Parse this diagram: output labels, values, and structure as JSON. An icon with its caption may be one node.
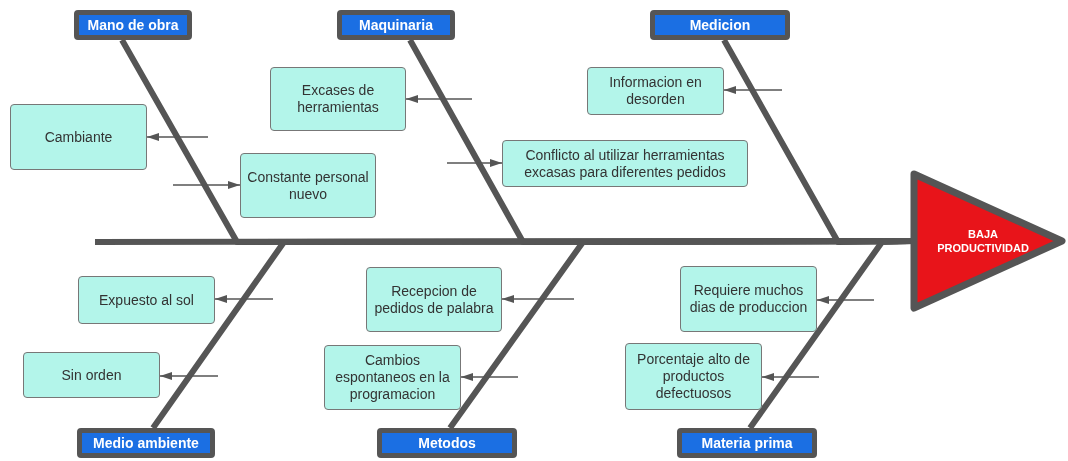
{
  "diagram": {
    "nodes": [
      {
        "text": [
          "Mano de obra"
        ]
      },
      {
        "text": [
          "Maquinaria"
        ]
      },
      {
        "text": [
          "Medicion"
        ]
      },
      {
        "text": [
          "Cambiante"
        ]
      },
      {
        "text": [
          "Excases de herramientas"
        ]
      },
      {
        "text": [
          "Informacion en desorden"
        ]
      },
      {
        "text": [
          "Conflicto al utilizar herramientas excasas para diferentes pedidos"
        ]
      },
      {
        "text": [
          "Constante personal nuevo"
        ]
      },
      {
        "text": [
          "BAJA PRODUCTIVIDAD"
        ]
      },
      {
        "text": [
          "Expuesto al sol"
        ]
      },
      {
        "text": [
          "Recepcion de pedidos de palabra"
        ]
      },
      {
        "text": [
          "Requiere muchos dias de produccion"
        ]
      },
      {
        "text": [
          "Sin orden"
        ]
      },
      {
        "text": [
          "Cambios espontaneos en la programacion"
        ]
      },
      {
        "text": [
          "Porcentaje alto de productos defectuosos"
        ]
      },
      {
        "text": [
          "Medio ambiente"
        ]
      },
      {
        "text": [
          "Metodos"
        ]
      },
      {
        "text": [
          "Materia prima"
        ]
      }
    ],
    "edges": [
      {
        "from": 0,
        "to": 8,
        "arrow": "none",
        "style": "thick"
      },
      {
        "from": 1,
        "to": 8,
        "arrow": "none",
        "style": "thick"
      },
      {
        "from": 2,
        "to": 8,
        "arrow": "none",
        "style": "thick"
      },
      {
        "from": 15,
        "to": 8,
        "arrow": "none",
        "style": "thick"
      },
      {
        "from": 16,
        "to": 8,
        "arrow": "none",
        "style": "thick"
      },
      {
        "from": 17,
        "to": 8,
        "arrow": "none",
        "style": "thick"
      },
      {
        "from": null,
        "to": 8,
        "arrow": "none",
        "style": "thick"
      },
      {
        "from": null,
        "to": 3,
        "arrow": "to"
      },
      {
        "from": null,
        "to": 4,
        "arrow": "to"
      },
      {
        "from": null,
        "to": 5,
        "arrow": "to"
      },
      {
        "from": null,
        "to": 6,
        "arrow": "to"
      },
      {
        "from": null,
        "to": 7,
        "arrow": "to"
      },
      {
        "from": null,
        "to": 9,
        "arrow": "to"
      },
      {
        "from": null,
        "to": 10,
        "arrow": "to"
      },
      {
        "from": null,
        "to": 11,
        "arrow": "to"
      },
      {
        "from": null,
        "to": 12,
        "arrow": "to"
      },
      {
        "from": null,
        "to": 13,
        "arrow": "to"
      },
      {
        "from": null,
        "to": 14,
        "arrow": "to"
      }
    ]
  }
}
